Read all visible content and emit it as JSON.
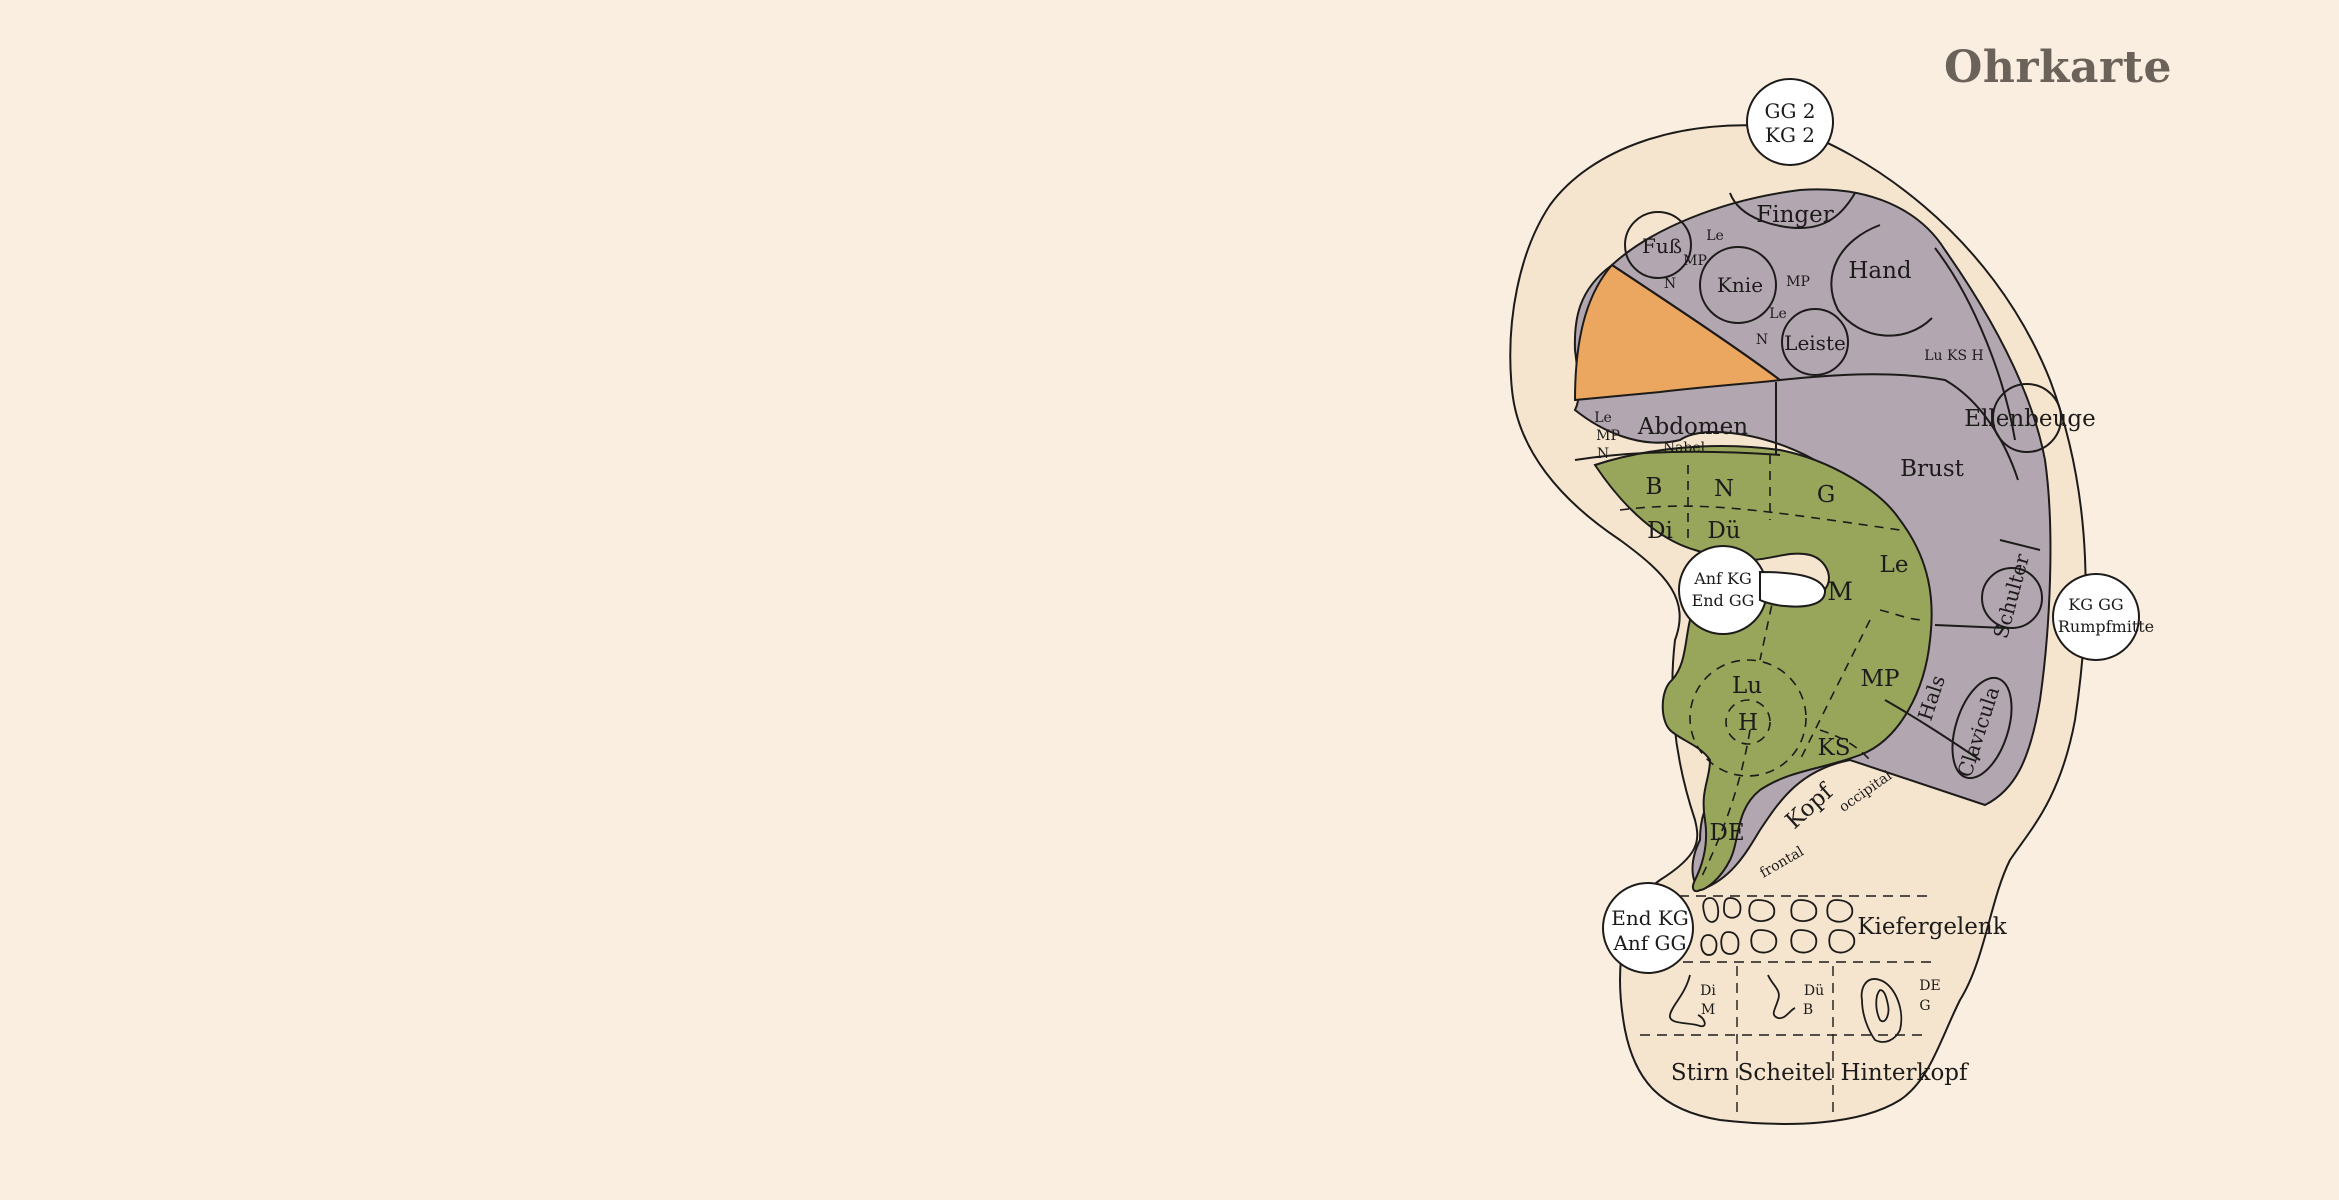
{
  "title": "Ohrkarte",
  "colors": {
    "background": "#f9eee0",
    "outer_ear": "#f5e5cf",
    "purple_zone": "#b2a6b0",
    "green_zone": "#98a65c",
    "orange_zone": "#eba65f",
    "outline": "#1d1b1a"
  },
  "circles": {
    "top": [
      "GG 2",
      "KG 2"
    ],
    "right": [
      "KG GG",
      "Rumpfmitte"
    ],
    "middle": [
      "Anf KG",
      "End GG"
    ],
    "lower": [
      "End KG",
      "Anf GG"
    ]
  },
  "purple_labels": {
    "finger": "Finger",
    "hand": "Hand",
    "fuss": "Fuß",
    "knie": "Knie",
    "leiste": "Leiste",
    "le_top": "Le",
    "mp_top": "MP",
    "n_top": "N",
    "mp_mid": "MP",
    "le_mid": "Le",
    "n_mid": "N",
    "lu_ks_h": "Lu KS H",
    "ellenbeuge": "Ellenbeuge",
    "abdomen": "Abdomen",
    "nabel": "Nabel",
    "le_abd": "Le",
    "mp_abd": "MP",
    "n_abd": "N",
    "brust": "Brust",
    "schulter": "Schulter",
    "clavicula": "Clavicula",
    "hals": "Hals",
    "kopf": "Kopf",
    "occipital": "occipital",
    "frontal": "frontal"
  },
  "green_labels": {
    "b": "B",
    "n": "N",
    "g": "G",
    "di": "Di",
    "du": "Dü",
    "le": "Le",
    "m": "M",
    "lu": "Lu",
    "h": "H",
    "mp": "MP",
    "ks": "KS",
    "de": "DE"
  },
  "lobe_labels": {
    "kiefergelenk": "Kiefergelenk",
    "di": "Di",
    "m": "M",
    "du": "Dü",
    "b": "B",
    "de": "DE",
    "g": "G",
    "stirn": "Stirn",
    "scheitel": "Scheitel",
    "hinterkopf": "Hinterkopf"
  }
}
